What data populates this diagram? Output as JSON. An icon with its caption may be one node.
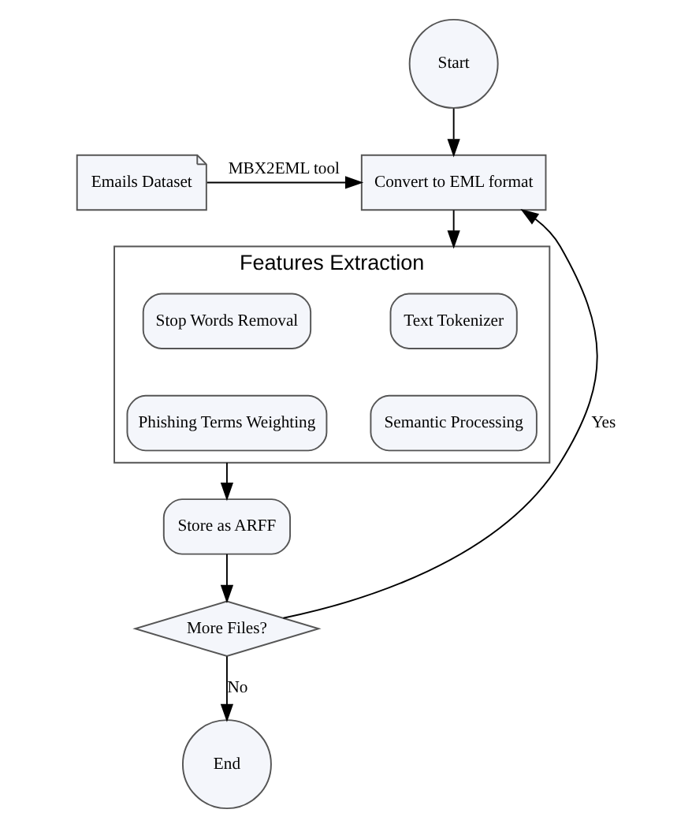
{
  "diagram": {
    "nodes": [
      {
        "text": [
          "Start"
        ]
      },
      {
        "text": [
          "Emails Dataset"
        ]
      },
      {
        "text": [
          "Convert to EML format"
        ]
      },
      {
        "text": [
          "Features Extraction"
        ]
      },
      {
        "text": [
          "Text Tokenizer"
        ],
        "in": 3
      },
      {
        "text": [
          "Stop Words Removal"
        ],
        "in": 3
      },
      {
        "text": [
          "Semantic Processing"
        ],
        "in": 3
      },
      {
        "text": [
          "Phishing Terms Weighting"
        ],
        "in": 3
      },
      {
        "text": [
          "Store as ARFF"
        ]
      },
      {
        "text": [
          "More Files?"
        ]
      },
      {
        "text": [
          "End"
        ]
      }
    ],
    "edges": [
      {
        "from": 0,
        "to": 2,
        "arrow": "to"
      },
      {
        "from": 1,
        "to": 2,
        "label": "MBX2EML tool",
        "arrow": "to"
      },
      {
        "from": 2,
        "to": 3,
        "arrow": "to"
      },
      {
        "from": 3,
        "to": 8,
        "arrow": "to"
      },
      {
        "from": 8,
        "to": 9,
        "arrow": "to"
      },
      {
        "from": 9,
        "to": 10,
        "label": "No",
        "arrow": "to"
      },
      {
        "from": 9,
        "to": 2,
        "label": "Yes",
        "arrow": "to"
      }
    ]
  }
}
